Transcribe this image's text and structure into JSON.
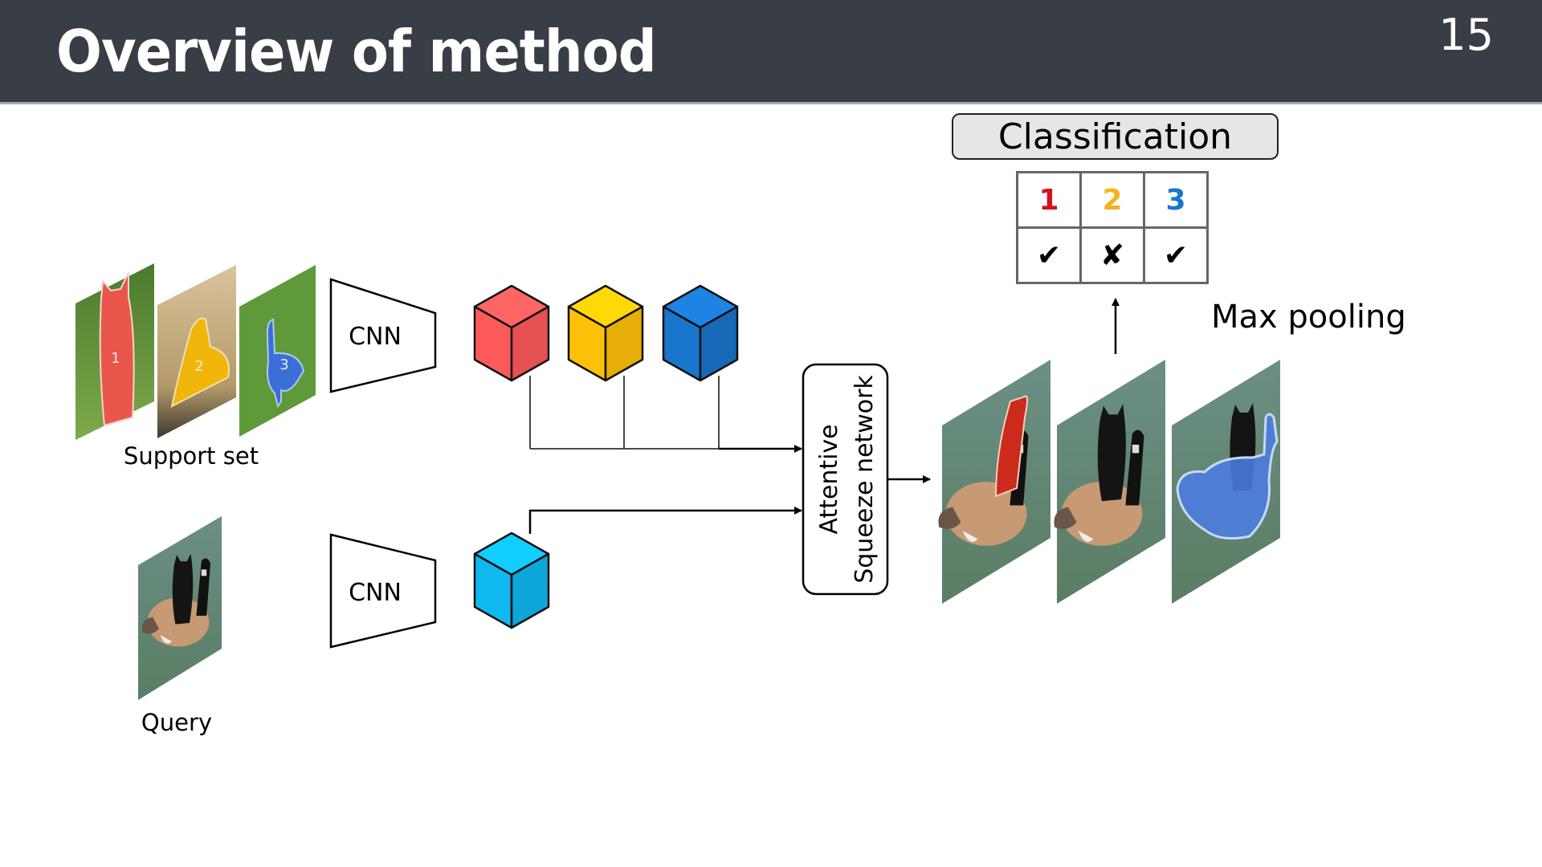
{
  "header": {
    "title": "Overview of method",
    "page_number": "15"
  },
  "colors": {
    "header_bg": "#393d45",
    "class1_red": "#ff5a5a",
    "class2_yellow": "#ffc107",
    "class3_blue": "#1a75cc",
    "query_cyan": "#10b8f0"
  },
  "diagram": {
    "support_set_label": "Support set",
    "query_label": "Query",
    "cnn_top_label": "CNN",
    "cnn_bottom_label": "CNN",
    "asn_line1": "Attentive",
    "asn_line2": "Squeeze network",
    "max_pooling_label": "Max pooling",
    "classification_label": "Classification",
    "support_images": [
      {
        "class_number": "1",
        "object": "cat",
        "mask_color": "red"
      },
      {
        "class_number": "2",
        "object": "dog",
        "mask_color": "yellow"
      },
      {
        "class_number": "3",
        "object": "bird",
        "mask_color": "blue"
      }
    ],
    "query_image": {
      "object": "cat on goose"
    },
    "output_masks": [
      {
        "mask_color": "red",
        "region": "cat"
      },
      {
        "mask_color": "none",
        "region": ""
      },
      {
        "mask_color": "blue",
        "region": "goose"
      }
    ],
    "classification_table": {
      "headers": [
        "1",
        "2",
        "3"
      ],
      "header_colors": [
        "#d4101c",
        "#f6b21a",
        "#1a75cc"
      ],
      "results": [
        "✔",
        "✘",
        "✔"
      ],
      "result_meanings": [
        "present",
        "absent",
        "present"
      ]
    }
  }
}
